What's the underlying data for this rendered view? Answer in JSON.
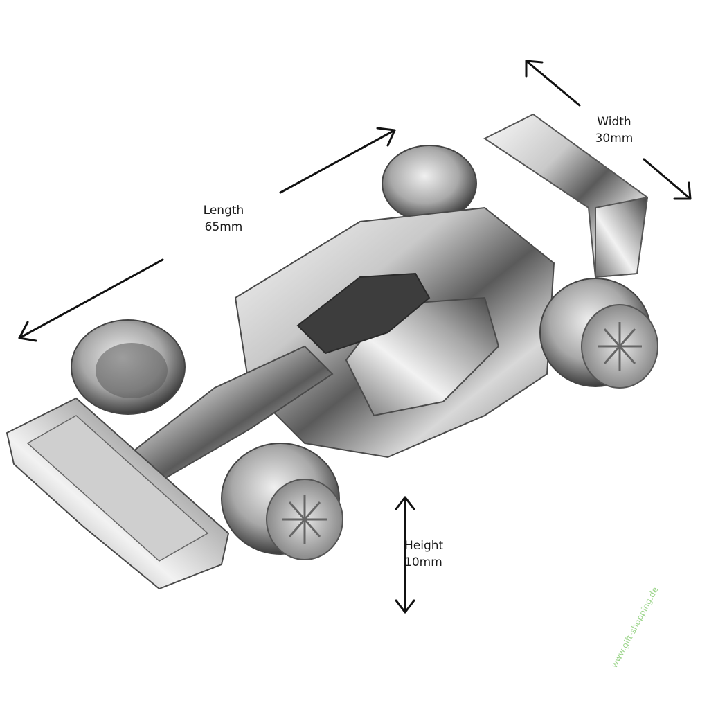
{
  "dimensions": {
    "length": {
      "label": "Length",
      "value": "65mm"
    },
    "width": {
      "label": "Width",
      "value": "30mm"
    },
    "height": {
      "label": "Height",
      "value": "10mm"
    }
  },
  "watermark": "www.gift-shopping.de",
  "colors": {
    "chrome_light": "#f4f4f4",
    "chrome_mid": "#b8b8b8",
    "chrome_dark": "#3e3e3e",
    "arrow": "#111111",
    "watermark": "#9bd48a"
  },
  "icons": [
    "length-arrow-icon",
    "width-arrow-icon",
    "height-arrow-icon"
  ]
}
